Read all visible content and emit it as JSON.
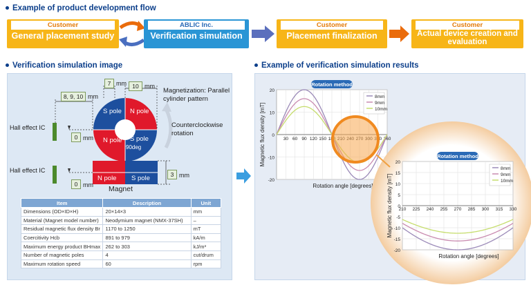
{
  "flow": {
    "title": "Example of product development flow",
    "steps": [
      {
        "actor": "Customer",
        "label": "General placement study"
      },
      {
        "actor": "ABLIC Inc.",
        "label": "Verification simulation"
      },
      {
        "actor": "Customer",
        "label": "Placement finalization"
      },
      {
        "actor": "Customer",
        "label": "Actual device creation and evaluation"
      }
    ]
  },
  "sim_image": {
    "title": "Verification simulation image",
    "magnetization_label": "Magnetization: Parallel cylinder pattern",
    "rotation_label": "Counterclockwise rotation",
    "hall_ic_top": "Hall effect IC",
    "hall_ic_bottom": "Hall effect IC",
    "dim_od": "8, 9, 10",
    "dim_seven": "7",
    "dim_ten": "10",
    "dim_zero_top": "0",
    "dim_zero_bottom": "0",
    "dim_three": "3",
    "unit_mm": "mm",
    "pole_s": "S pole",
    "pole_n": "N pole",
    "deg_label": "90deg",
    "magnet_label": "Magnet"
  },
  "spec_table": {
    "headers": [
      "Item",
      "Description",
      "Unit"
    ],
    "rows": [
      [
        "Dimensions (OD×ID×H)",
        "20×14×3",
        "mm"
      ],
      [
        "Material (Magnet model number)",
        "Neodymium magnet (NMX-37SH)",
        "–"
      ],
      [
        "Residual magnetic flux density Br",
        "1170 to 1250",
        "mT"
      ],
      [
        "Coercitivity Hcb",
        "891 to 979",
        "kA/m"
      ],
      [
        "Maximum energy product BHmax",
        "262 to 303",
        "kJ/m³"
      ],
      [
        "Number of magnetic poles",
        "4",
        "cut/drum"
      ],
      [
        "Maximum rotation speed",
        "60",
        "rpm"
      ]
    ]
  },
  "results": {
    "title": "Example of verification simulation results"
  },
  "colors": {
    "dark_blue": "#0b3e8a",
    "orange_box": "#f7b518",
    "blue_box": "#2a95d5",
    "n_pole": "#e0192b",
    "s_pole": "#1d4f9e",
    "series_8mm": "#9b8ab8",
    "series_9mm": "#c98bb0",
    "series_10mm": "#c6dd6d"
  },
  "chart_data": [
    {
      "type": "line",
      "title": "Rotation method",
      "xlabel": "Rotation angle [degrees]",
      "ylabel": "Magnetic flux density [mT]",
      "xlim": [
        0,
        360
      ],
      "ylim": [
        -20,
        20
      ],
      "xticks": [
        30,
        60,
        90,
        120,
        150,
        180,
        210,
        240,
        270,
        300,
        330,
        360
      ],
      "yticks": [
        -20,
        -10,
        0,
        10,
        20
      ],
      "legend_position": "top-right",
      "grid": true,
      "series": [
        {
          "name": "8mm",
          "amplitude": 20,
          "color": "#9b8ab8"
        },
        {
          "name": "9mm",
          "amplitude": 16,
          "color": "#c98bb0"
        },
        {
          "name": "10mm",
          "amplitude": 12.5,
          "color": "#c6dd6d"
        }
      ]
    },
    {
      "type": "line",
      "title": "Rotation method",
      "xlabel": "Rotation angle [degrees]",
      "ylabel": "Magnetic flux density [mT]",
      "xlim": [
        210,
        330
      ],
      "ylim": [
        -20,
        20
      ],
      "xticks": [
        210,
        225,
        240,
        255,
        270,
        285,
        300,
        315,
        330
      ],
      "yticks": [
        -20,
        -15,
        -10,
        -5,
        0,
        5,
        10,
        15,
        20
      ],
      "legend_position": "top-right",
      "grid": true,
      "series": [
        {
          "name": "8mm",
          "amplitude": 20,
          "color": "#9b8ab8"
        },
        {
          "name": "9mm",
          "amplitude": 16,
          "color": "#c98bb0"
        },
        {
          "name": "10mm",
          "amplitude": 12.5,
          "color": "#c6dd6d"
        }
      ]
    }
  ]
}
